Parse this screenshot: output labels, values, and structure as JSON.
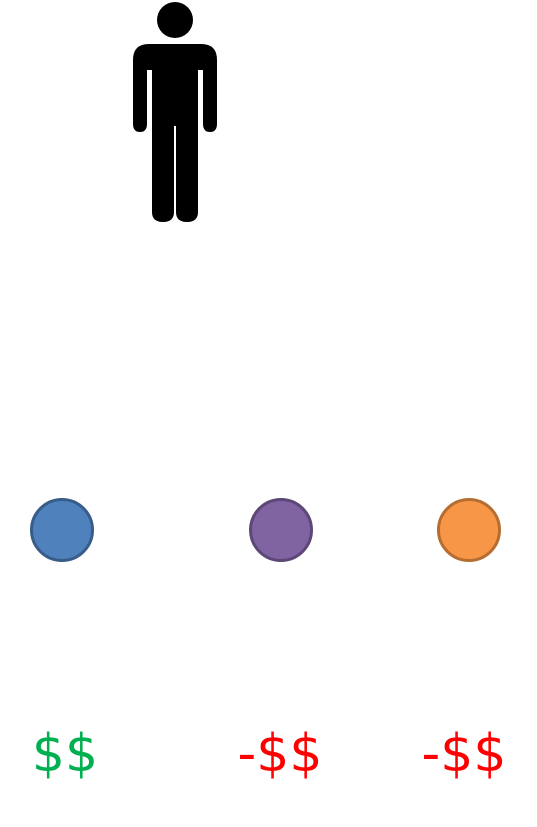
{
  "figure": {
    "icon": "person-standing-icon",
    "nodes": [
      {
        "id": "blue",
        "fill": "#4F81BD",
        "stroke": "#385D8A"
      },
      {
        "id": "purple",
        "fill": "#8064A2",
        "stroke": "#5C4776"
      },
      {
        "id": "orange",
        "fill": "#F79646",
        "stroke": "#B66D31"
      }
    ],
    "labels": [
      {
        "text": "$$",
        "color": "#00B050"
      },
      {
        "text": "-$$",
        "color": "#FF0000"
      },
      {
        "text": "-$$",
        "color": "#FF0000"
      }
    ]
  }
}
